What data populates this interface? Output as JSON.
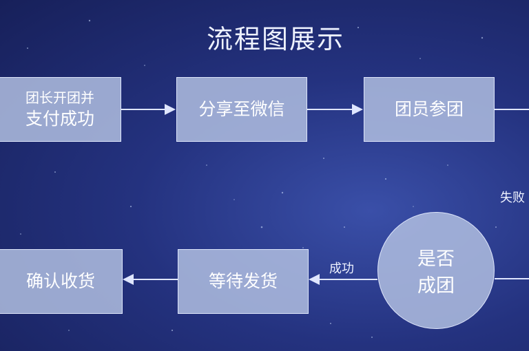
{
  "title": "流程图展示",
  "nodes": {
    "leader_pay": {
      "line1": "团长开团并",
      "line2": "支付成功"
    },
    "share_wechat": "分享至微信",
    "member_join": "团员参团",
    "is_success": {
      "line1": "是否",
      "line2": "成团"
    },
    "await_ship": "等待发货",
    "confirm_receipt": "确认收货"
  },
  "edge_labels": {
    "success": "成功",
    "fail": "失败"
  }
}
